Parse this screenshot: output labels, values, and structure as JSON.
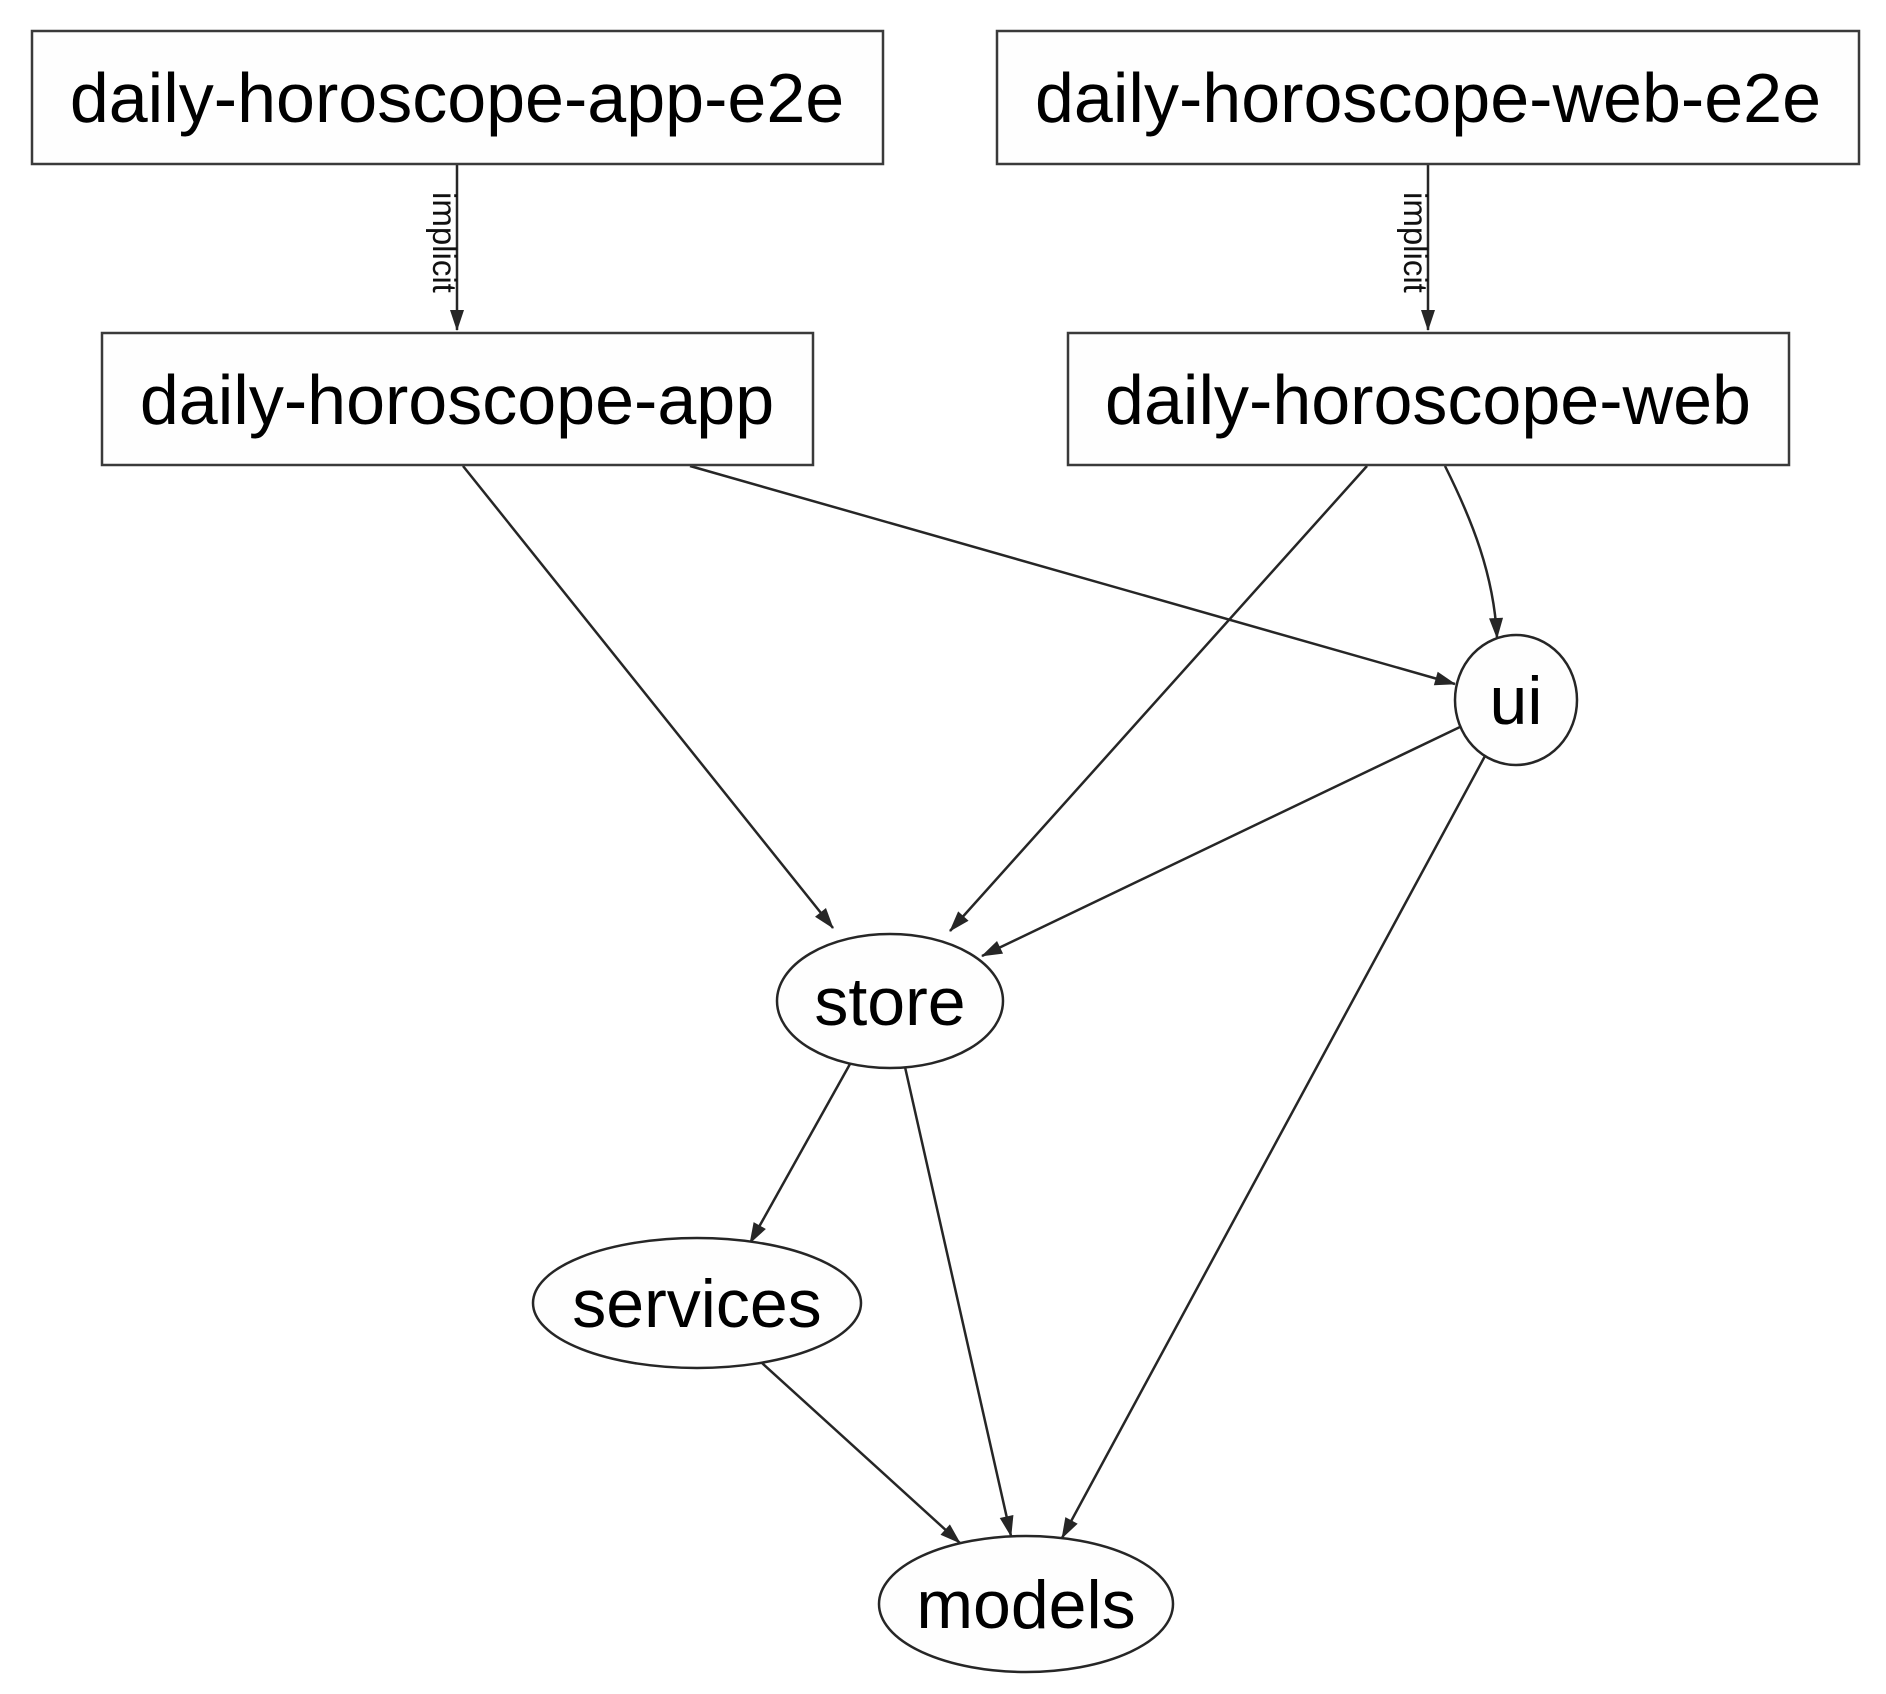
{
  "diagram": {
    "type": "dependency-graph",
    "background_color": "#ffffff",
    "edge_color": "#262626",
    "box_border_color": "#3a3a3a",
    "text_color": "#000000",
    "nodes": [
      {
        "id": "daily-horoscope-app-e2e",
        "label": "daily-horoscope-app-e2e",
        "shape": "rect"
      },
      {
        "id": "daily-horoscope-web-e2e",
        "label": "daily-horoscope-web-e2e",
        "shape": "rect"
      },
      {
        "id": "daily-horoscope-app",
        "label": "daily-horoscope-app",
        "shape": "rect"
      },
      {
        "id": "daily-horoscope-web",
        "label": "daily-horoscope-web",
        "shape": "rect"
      },
      {
        "id": "ui",
        "label": "ui",
        "shape": "ellipse"
      },
      {
        "id": "store",
        "label": "store",
        "shape": "ellipse"
      },
      {
        "id": "services",
        "label": "services",
        "shape": "ellipse"
      },
      {
        "id": "models",
        "label": "models",
        "shape": "ellipse"
      }
    ],
    "edges": [
      {
        "from": "daily-horoscope-app-e2e",
        "to": "daily-horoscope-app",
        "label": "implicit"
      },
      {
        "from": "daily-horoscope-web-e2e",
        "to": "daily-horoscope-web",
        "label": "implicit"
      },
      {
        "from": "daily-horoscope-app",
        "to": "store",
        "label": ""
      },
      {
        "from": "daily-horoscope-app",
        "to": "ui",
        "label": ""
      },
      {
        "from": "daily-horoscope-web",
        "to": "store",
        "label": ""
      },
      {
        "from": "daily-horoscope-web",
        "to": "ui",
        "label": ""
      },
      {
        "from": "ui",
        "to": "store",
        "label": ""
      },
      {
        "from": "ui",
        "to": "models",
        "label": ""
      },
      {
        "from": "store",
        "to": "services",
        "label": ""
      },
      {
        "from": "store",
        "to": "models",
        "label": ""
      },
      {
        "from": "services",
        "to": "models",
        "label": ""
      }
    ]
  }
}
